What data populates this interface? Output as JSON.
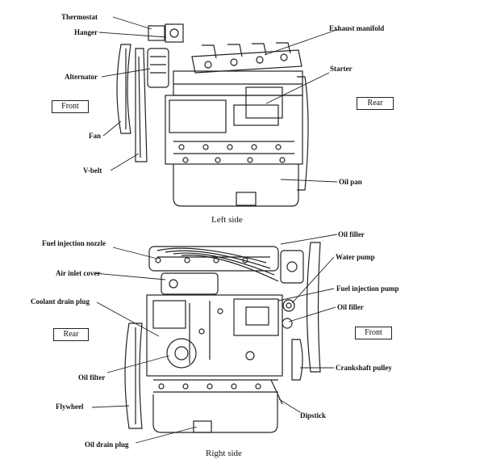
{
  "left_view": {
    "caption": "Left side",
    "front_box": "Front",
    "rear_box": "Rear",
    "labels": {
      "thermostat": "Thermostat",
      "hanger": "Hanger",
      "alternator": "Alternator",
      "fan": "Fan",
      "v_belt": "V-belt",
      "exhaust_manifold": "Exhaust manifold",
      "starter": "Starter",
      "oil_pan": "Oil pan"
    }
  },
  "right_view": {
    "caption": "Right side",
    "rear_box": "Rear",
    "front_box": "Front",
    "labels": {
      "fuel_injection_nozzle": "Fuel injection nozzle",
      "air_inlet_cover": "Air inlet cover",
      "coolant_drain_plug": "Coolant drain plug",
      "oil_filter": "Oil filter",
      "flywheel": "Flywheel",
      "oil_drain_plug": "Oil drain plug",
      "oil_filler_top": "Oil filler",
      "water_pump": "Water pump",
      "fuel_injection_pump": "Fuel injection pump",
      "oil_filler_side": "Oil filler",
      "crankshaft_pulley": "Crankshaft pulley",
      "dipstick": "Dipstick"
    }
  },
  "colors": {
    "ink": "#222222",
    "paper": "#ffffff"
  }
}
